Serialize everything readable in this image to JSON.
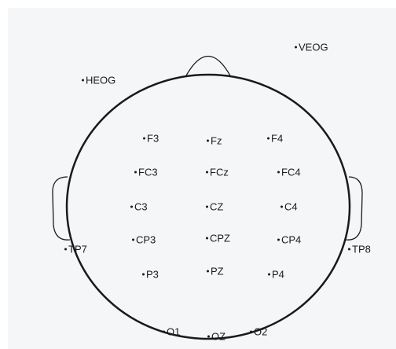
{
  "diagram": {
    "colors": {
      "background": "#f5f6f8",
      "outline": "#1a1a1a",
      "text": "#1a1a1a"
    },
    "electrodes": {
      "veog": "VEOG",
      "heog": "HEOG",
      "f3": "F3",
      "fz": "Fz",
      "f4": "F4",
      "fc3": "FC3",
      "fcz": "FCz",
      "fc4": "FC4",
      "c3": "C3",
      "cz": "CZ",
      "c4": "C4",
      "tp7": "TP7",
      "tp8": "TP8",
      "cp3": "CP3",
      "cpz": "CPZ",
      "cp4": "CP4",
      "p3": "P3",
      "pz": "PZ",
      "p4": "P4",
      "o1": "O1",
      "oz": "OZ",
      "o2": "O2"
    }
  }
}
